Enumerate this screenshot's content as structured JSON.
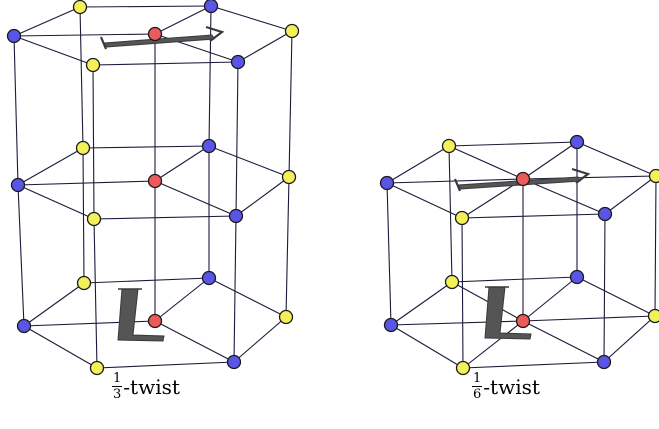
{
  "figure": {
    "colors": {
      "edge": "#1c1a3a",
      "blue": "#5a55e6",
      "yellow": "#f4f05a",
      "red": "#ec5a5a",
      "node_stroke": "#1a1a1a",
      "glyph": "#555555"
    },
    "left": {
      "caption": {
        "numerator": "1",
        "denominator": "3",
        "suffix": "-twist"
      },
      "glyphs": {
        "top": "L",
        "bottom": "L"
      }
    },
    "right": {
      "caption": {
        "numerator": "1",
        "denominator": "6",
        "suffix": "-twist"
      },
      "glyphs": {
        "top": "L",
        "bottom": "L"
      }
    }
  }
}
